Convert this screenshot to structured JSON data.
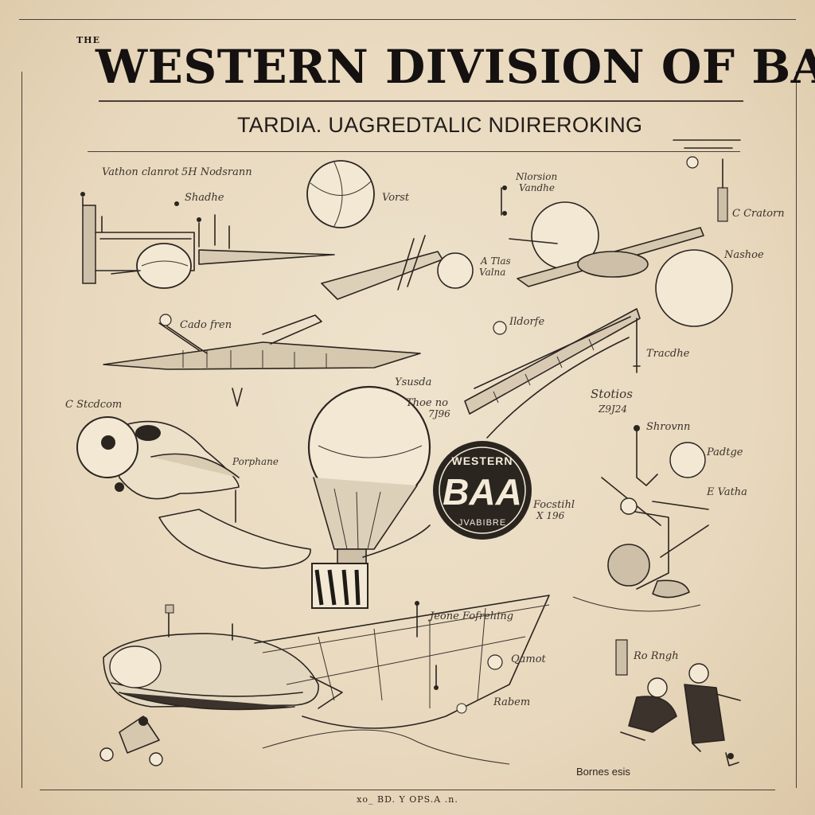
{
  "poster": {
    "title_prefix": "THE",
    "title": "WESTERN DIVISION OF BAA",
    "subtitle": "TARDIA. UAGREDTALIC NDIREROKING",
    "footer": "xo_ BD. Y OPS.A .n."
  },
  "badge": {
    "top": "WESTERN",
    "main": "BAA",
    "bottom": "JVABIBRE"
  },
  "labels": {
    "l1": "Vathon clanrot",
    "l2": "5H Nodsrann",
    "l3": "Shadhe",
    "l4": "Vorst",
    "l5": "Nlorsion",
    "l6": "Vandhe",
    "l7": "C Cratorn",
    "l8": "Nashoe",
    "l9": "A Tlas",
    "l10": "Valna",
    "l11": "Cado fren",
    "l12": "Ildorfe",
    "l13": "Tracdhe",
    "l14": "Ysusda",
    "l15": "C Stcdcom",
    "l16": "Thoe no",
    "l17": "7J96",
    "l18": "Stotios",
    "l19": "Z9J24",
    "l20": "Shrovnn",
    "l21": "Porphane",
    "l22": "Padtge",
    "l23": "E Vatha",
    "l24": "Focstihl",
    "l25": "X 196",
    "l26": "Jeone Fofrehing",
    "l27": "Qamot",
    "l28": "Rabem",
    "l29": "Ro Rngh",
    "l30": "Bornes esis"
  },
  "colors": {
    "paper": "#e8d8bd",
    "ink": "#2b2520"
  }
}
